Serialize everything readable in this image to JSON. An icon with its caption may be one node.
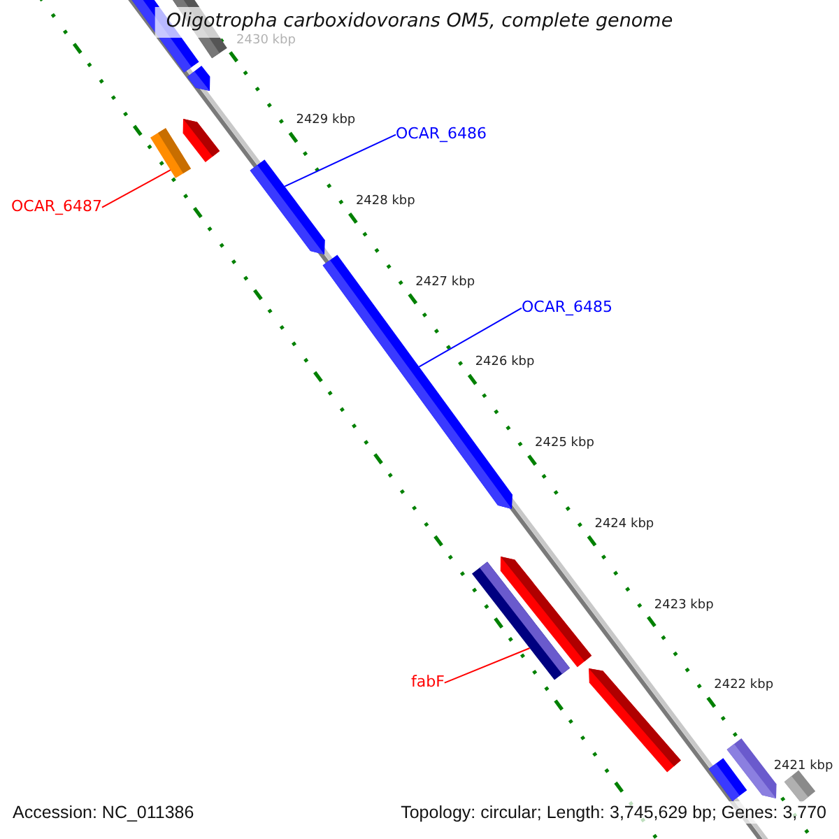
{
  "diagram": {
    "title": "Oligotropha carboxidovorans OM5, complete genome",
    "nodes": [
      {
        "text": [],
        "shape": "bar"
      },
      {
        "text": [],
        "shape": "bar"
      },
      {
        "text": [],
        "shape": "arrow"
      },
      {
        "text": [
          "OCAR_6486"
        ]
      },
      {
        "text": [],
        "shape": "arrow"
      },
      {
        "text": [],
        "shape": "bar"
      },
      {
        "text": [
          "OCAR_6487"
        ]
      },
      {
        "text": [],
        "shape": "arrow"
      },
      {
        "text": [
          "OCAR_6485"
        ]
      },
      {
        "text": [],
        "shape": "arrow"
      },
      {
        "text": [],
        "shape": "arrow"
      },
      {
        "text": [],
        "shape": "bar"
      },
      {
        "text": [
          "fabF"
        ]
      },
      {
        "text": [],
        "shape": "arrow"
      },
      {
        "text": [],
        "shape": "arrow"
      },
      {
        "text": [],
        "shape": "bar"
      },
      {
        "text": [],
        "shape": "bar"
      }
    ],
    "edges": [
      {
        "from": 3,
        "to": 7,
        "arrow": "none",
        "color": "#0000ff"
      },
      {
        "from": 6,
        "to": 5,
        "arrow": "none",
        "color": "#ff0000"
      },
      {
        "from": 8,
        "to": 9,
        "arrow": "none",
        "color": "#0000ff"
      },
      {
        "from": 12,
        "to": 11,
        "arrow": "none",
        "color": "#ff0000"
      }
    ],
    "labels": [
      "2430 kbp",
      "2429 kbp",
      "2428 kbp",
      "2427 kbp",
      "2426 kbp",
      "2425 kbp",
      "2424 kbp",
      "2423 kbp",
      "2422 kbp",
      "2421 kbp",
      "Accession: NC_011386",
      "Topology: circular; Length: 3,745,629 bp; Genes: 3,770"
    ]
  }
}
